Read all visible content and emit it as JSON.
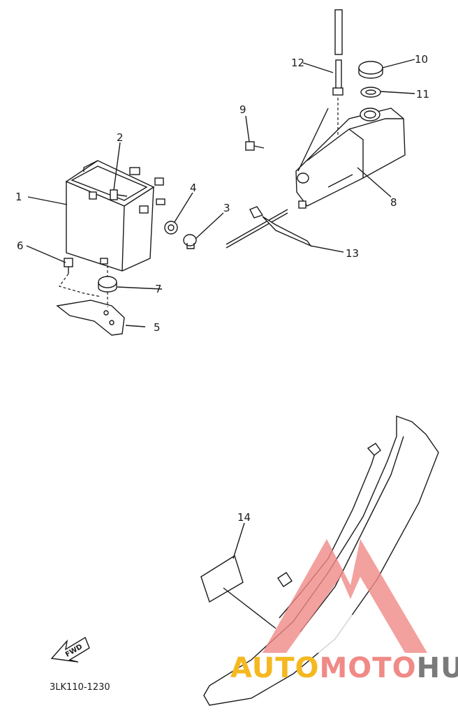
{
  "diagram": {
    "callouts": [
      "1",
      "2",
      "3",
      "4",
      "5",
      "6",
      "7",
      "8",
      "9",
      "10",
      "11",
      "12",
      "13",
      "14"
    ],
    "code_label": "3LK110-1230",
    "fwd_label": "FWD"
  },
  "watermark": {
    "part1": "AUTO",
    "part2": "MOTO",
    "part3": "HUB",
    "colors": {
      "auto": "#f5b820",
      "moto": "#f08a86",
      "hub": "#7a7a7a",
      "logo": "#f08a86"
    }
  }
}
